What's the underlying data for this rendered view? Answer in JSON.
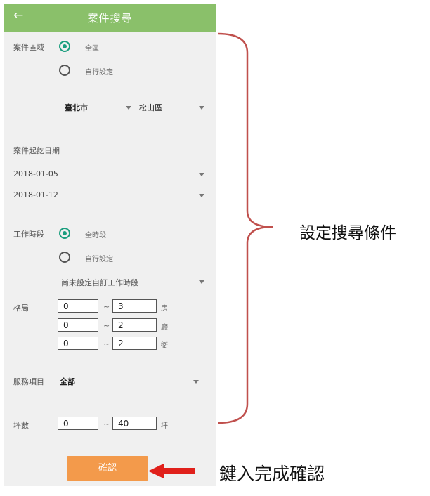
{
  "appbar": {
    "back_icon": "←",
    "title": "案件搜尋"
  },
  "area": {
    "label": "案件區域",
    "opt_all": "全區",
    "opt_custom": "自行設定",
    "city": "臺北市",
    "district": "松山區"
  },
  "dates": {
    "label": "案件起訖日期",
    "start": "2018-01-05",
    "end": "2018-01-12"
  },
  "worktime": {
    "label": "工作時段",
    "opt_all": "全時段",
    "opt_custom": "自行設定",
    "custom_value": "尚未設定自訂工作時段"
  },
  "layout": {
    "label": "格局",
    "tilde": "~",
    "rows": [
      {
        "min": "0",
        "max": "3",
        "unit": "房"
      },
      {
        "min": "0",
        "max": "2",
        "unit": "廳"
      },
      {
        "min": "0",
        "max": "2",
        "unit": "衛"
      }
    ]
  },
  "service": {
    "label": "服務項目",
    "value": "全部"
  },
  "size": {
    "label": "坪數",
    "min": "0",
    "max": "40",
    "unit": "坪",
    "tilde": "~"
  },
  "confirm_button": "確認",
  "annotations": {
    "settings_note": "設定搜尋條件",
    "confirm_note": "鍵入完成確認"
  },
  "colors": {
    "appbar": "#8ac06a",
    "radio_on": "#1a9e7e",
    "button": "#f39a4b",
    "brace": "#c0504d",
    "arrow": "#e0201b"
  }
}
